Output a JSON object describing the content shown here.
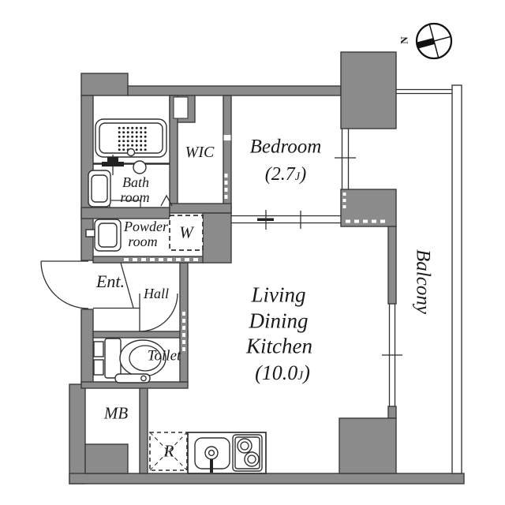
{
  "title": "apartment-floor-plan",
  "colors": {
    "wall": "#8b8b8b",
    "outline": "#3b3b3b",
    "line": "#2f2f2f",
    "background": "#ffffff"
  },
  "compass": {
    "north_label": "N"
  },
  "rooms": {
    "bedroom": {
      "name": "Bedroom",
      "size_open": "(2.7",
      "size_unit": "J",
      "size_close": ")"
    },
    "ldk": {
      "line1": "Living",
      "line2": "Dining",
      "line3": "Kitchen",
      "size_open": "(10.0",
      "size_unit": "J",
      "size_close": ")"
    },
    "wic": {
      "name": "WIC"
    },
    "bathroom": {
      "line1": "Bath",
      "line2": "room"
    },
    "powder_room": {
      "line1": "Powder",
      "line2": "room"
    },
    "entrance": {
      "name": "Ent."
    },
    "hall": {
      "name": "Hall"
    },
    "toilet": {
      "name": "Toilet"
    },
    "meter_box": {
      "name": "MB"
    },
    "balcony": {
      "name": "Balcony"
    },
    "washer_box": {
      "name": "W"
    },
    "fridge_box": {
      "name": "R"
    }
  }
}
